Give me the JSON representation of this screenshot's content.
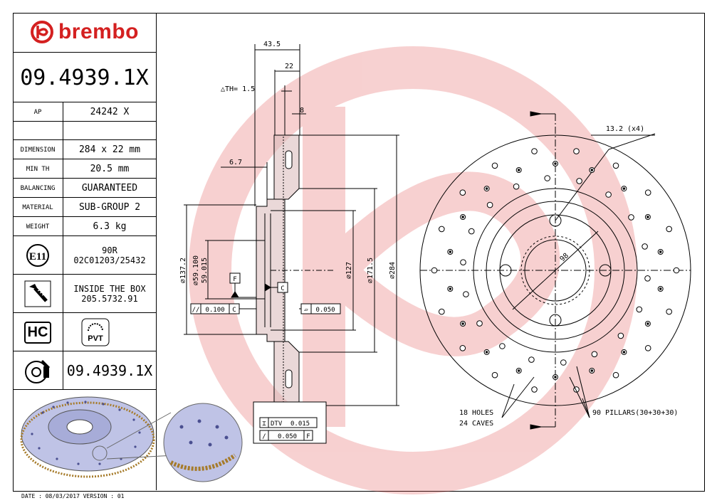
{
  "brand": {
    "name": "brembo",
    "logo_color": "#d42020"
  },
  "part_number": "09.4939.1X",
  "specs": [
    {
      "label": "AP",
      "value": "24242 X"
    },
    {
      "label": "",
      "value": ""
    },
    {
      "label": "DIMENSION",
      "value": "284 x 22 mm"
    },
    {
      "label": "MIN TH",
      "value": "20.5 mm"
    },
    {
      "label": "BALANCING",
      "value": "GUARANTEED"
    },
    {
      "label": "MATERIAL",
      "value": "SUB-GROUP 2"
    },
    {
      "label": "WEIGHT",
      "value": "6.3 kg"
    }
  ],
  "homologation": {
    "badge": "E11",
    "line1": "90R",
    "line2": "02C01203/25432"
  },
  "inside_box": {
    "line1": "INSIDE THE BOX",
    "line2": "205.5732.91"
  },
  "badges": {
    "hc": "HC",
    "pvt": "PVT"
  },
  "bottom_part_number": "09.4939.1X",
  "footer": "DATE : 08/03/2017 VERSION : 01",
  "dimensions": {
    "d435": "43.5",
    "d22": "22",
    "th": "△TH= 1.5",
    "d8": "8",
    "d67": "6.7",
    "d1372": "⌀137.2",
    "d59100": "⌀59.100",
    "d59015": "59.015",
    "d127": "⌀127",
    "d1715": "⌀171.5",
    "d284": "⌀284",
    "datum_f": "F",
    "datum_c": "C",
    "tol1_val": "0.100",
    "tol1_ref": "C",
    "tol2_val": "0.050",
    "dtv_label": "DTV",
    "dtv_val": "0.015",
    "runout_val": "0.050",
    "runout_ref": "F",
    "holes": "13.2 (x4)",
    "pcd": "98",
    "holes_count": "18 HOLES",
    "caves": "24 CAVES",
    "pillars": "90 PILLARS(30+30+30)"
  }
}
